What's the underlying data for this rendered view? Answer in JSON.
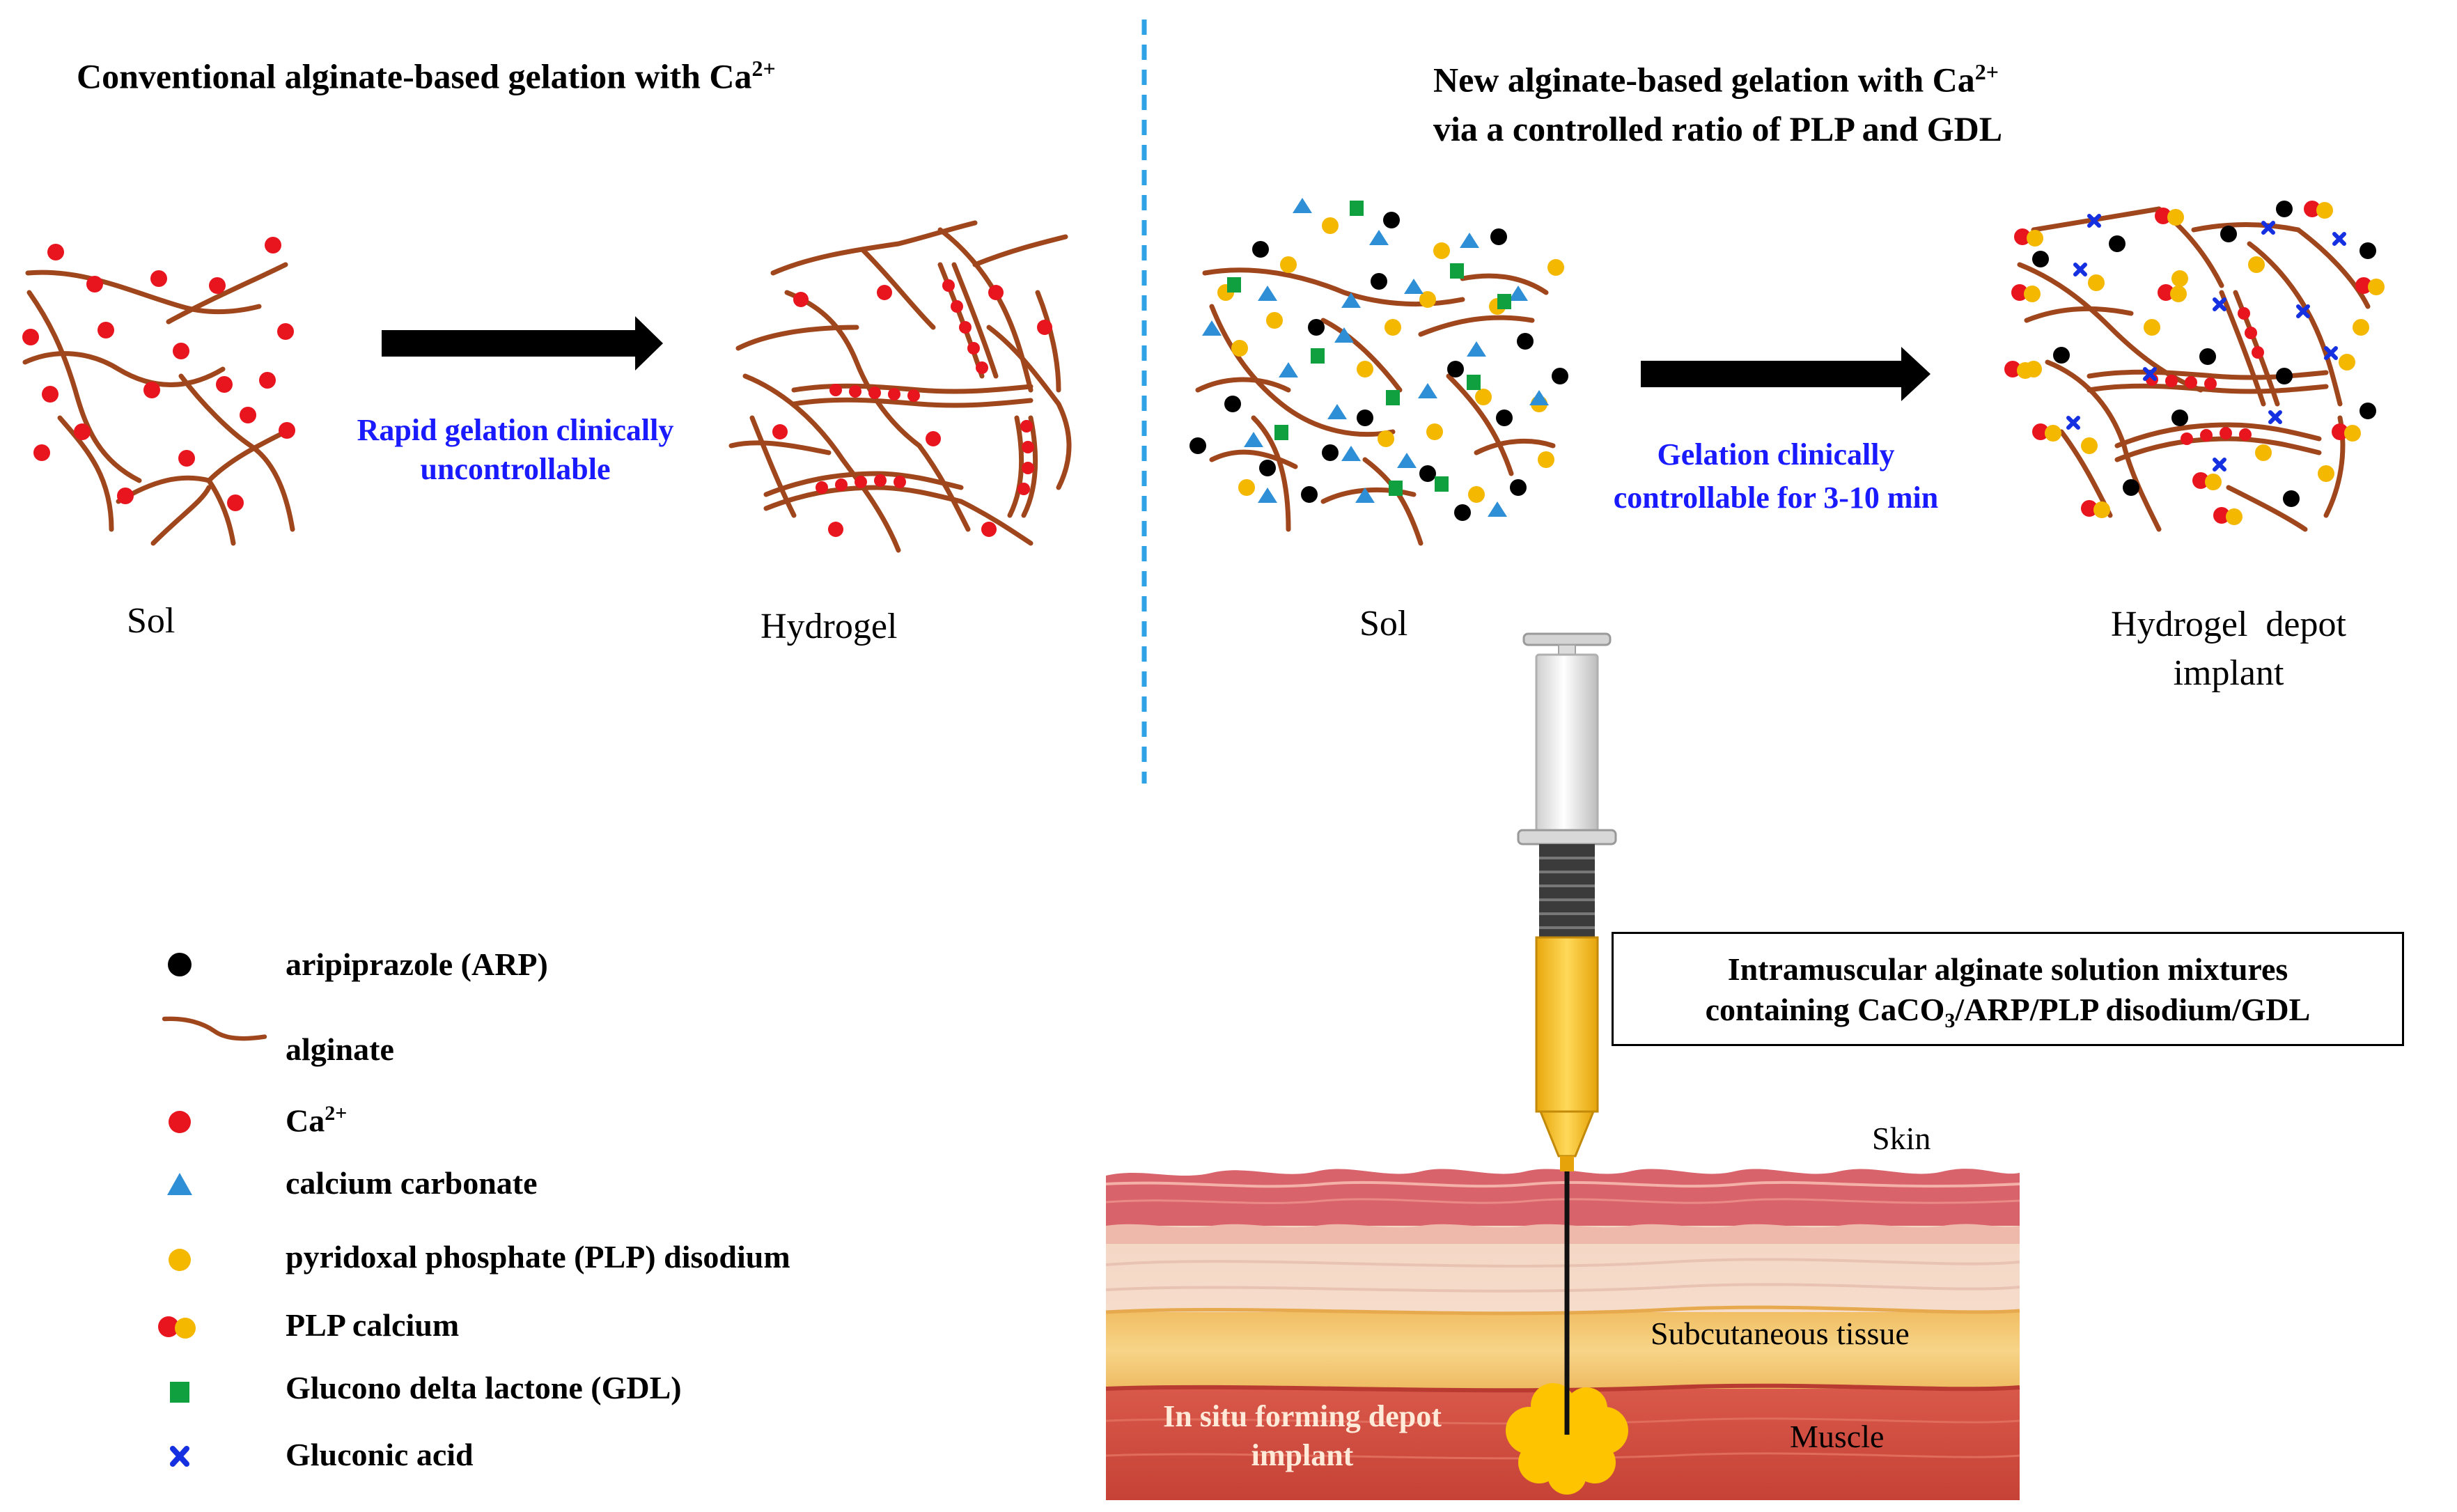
{
  "left_panel": {
    "title": "Conventional alginate-based gelation with Ca",
    "title_sup": "2+",
    "arrow_label_line1": "Rapid gelation clinically",
    "arrow_label_line2": "uncontrollable",
    "sol_label": "Sol",
    "hydrogel_label": "Hydrogel"
  },
  "right_panel": {
    "title_line1": "New alginate-based gelation with Ca",
    "title_line1_sup": "2+",
    "title_line2": "via a controlled ratio of PLP and GDL",
    "arrow_label_line1": "Gelation clinically",
    "arrow_label_line2": "controllable for 3-10 min",
    "sol_label": "Sol",
    "hydrogel_label_line1": "Hydrogel  depot",
    "hydrogel_label_line2": "implant"
  },
  "injection": {
    "box_line1": "Intramuscular alginate solution mixtures",
    "box_line2_a": "containing CaCO",
    "box_line2_sub": "3",
    "box_line2_b": "/ARP/PLP disodium/GDL",
    "skin_label": "Skin",
    "subcutaneous_label": "Subcutaneous tissue",
    "muscle_label": "Muscle",
    "depot_label_line1": "In situ forming depot",
    "depot_label_line2": "implant"
  },
  "legend": [
    {
      "icon": "black-dot-icon",
      "label": "aripiprazole (ARP)"
    },
    {
      "icon": "alginate-strand-icon",
      "label": "alginate"
    },
    {
      "icon": "red-dot-icon",
      "label": "Ca",
      "sup": "2+"
    },
    {
      "icon": "blue-triangle-icon",
      "label": "calcium carbonate"
    },
    {
      "icon": "yellow-dot-icon",
      "label": "pyridoxal phosphate (PLP) disodium"
    },
    {
      "icon": "red-yellow-pair-icon",
      "label": "PLP calcium"
    },
    {
      "icon": "green-square-icon",
      "label": "Glucono delta lactone (GDL)"
    },
    {
      "icon": "blue-x-icon",
      "label": "Gluconic acid"
    }
  ],
  "colors": {
    "alginate": "#a0461c",
    "calcium": "#e8141e",
    "aripiprazole": "#000000",
    "calcium_carbonate": "#2f8fd6",
    "plp": "#f5b800",
    "gdl": "#10a040",
    "gluconic_acid": "#1530e0",
    "divider": "#2fa3e6",
    "label_blue": "#1a1aff",
    "skin_top": "#c9565a",
    "dermis": "#f1d4c4",
    "subcutaneous": "#f4c878",
    "muscle": "#cf4a3c",
    "depot": "#ffc400",
    "syringe_fluid": "#f6c320"
  }
}
